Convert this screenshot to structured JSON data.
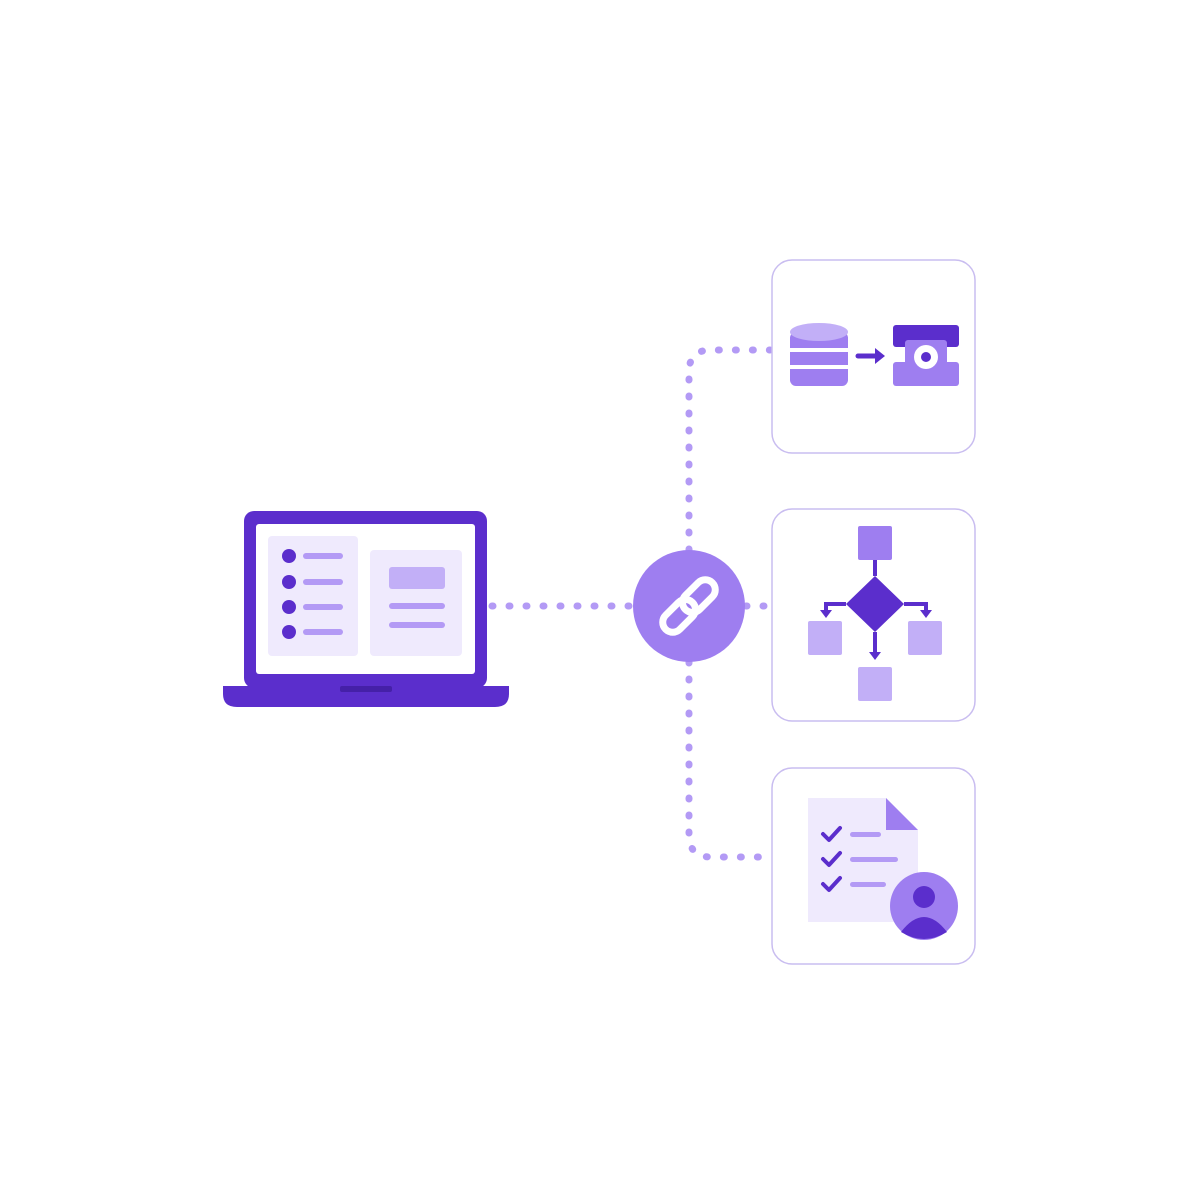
{
  "colors": {
    "dark": "#5B2ECC",
    "mid": "#9E7EF0",
    "light": "#C2AFF7",
    "pale": "#EFEAFD",
    "connector": "#B39AF5",
    "hub": "#9E7EF0",
    "card_border": "#C9BDF0"
  },
  "diagram": {
    "source": {
      "icon": "laptop-icon",
      "list_items": 4
    },
    "hub": {
      "icon": "link-chain-icon"
    },
    "targets": [
      {
        "id": "data-transfer",
        "icon": "database-to-storage-icon"
      },
      {
        "id": "workflow",
        "icon": "flowchart-icon"
      },
      {
        "id": "checklist",
        "icon": "document-checklist-user-icon"
      }
    ]
  }
}
